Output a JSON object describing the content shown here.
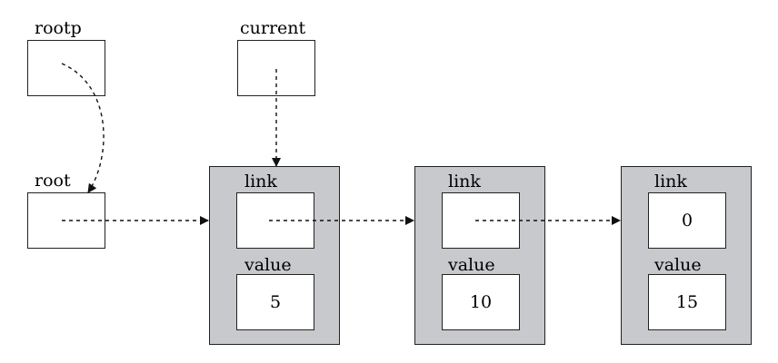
{
  "pointers": {
    "rootp": {
      "label": "rootp"
    },
    "current": {
      "label": "current"
    },
    "root": {
      "label": "root"
    }
  },
  "nodes": [
    {
      "link_label": "link",
      "link_value": "",
      "value_label": "value",
      "value": "5"
    },
    {
      "link_label": "link",
      "link_value": "",
      "value_label": "value",
      "value": "10"
    },
    {
      "link_label": "link",
      "link_value": "0",
      "value_label": "value",
      "value": "15"
    }
  ],
  "colors": {
    "node_fill": "#c8c9cc",
    "stroke": "#222222",
    "box_fill": "#ffffff"
  }
}
